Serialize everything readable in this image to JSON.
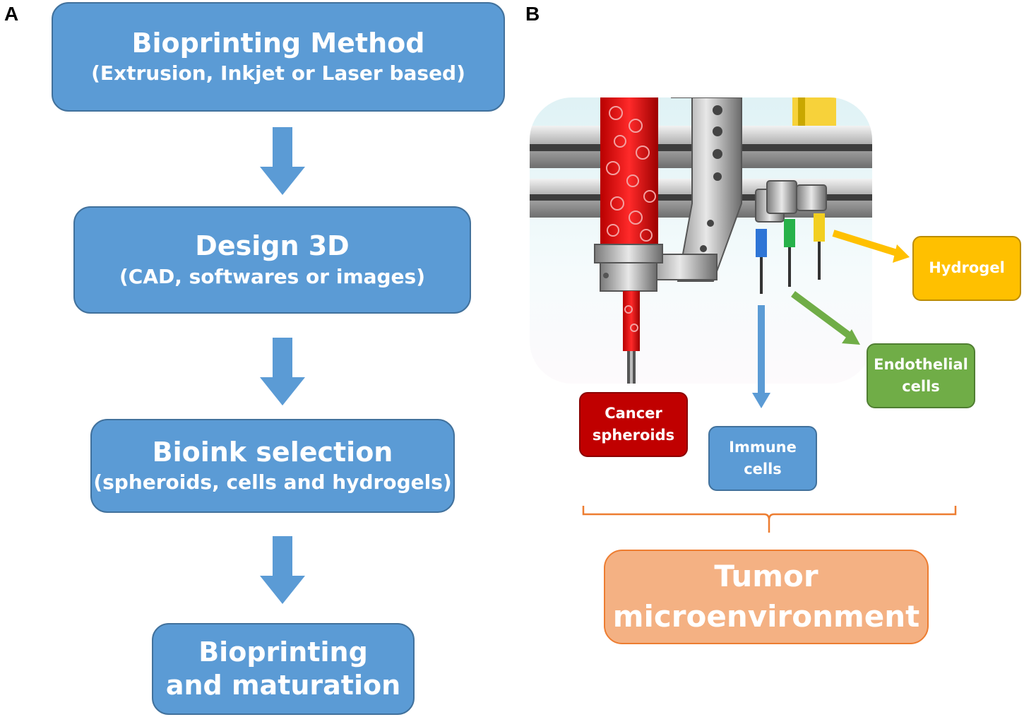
{
  "panels": {
    "a": "A",
    "b": "B"
  },
  "flow": {
    "step1": {
      "title": "Bioprinting Method",
      "subtitle": "(Extrusion, Inkjet or Laser based)"
    },
    "step2": {
      "title": "Design 3D",
      "subtitle": "(CAD, softwares or images)"
    },
    "step3": {
      "title": "Bioink selection",
      "subtitle": "(spheroids, cells and hydrogels)"
    },
    "step4": {
      "line1": "Bioprinting",
      "line2": "and maturation"
    }
  },
  "labels": {
    "cancer": {
      "line1": "Cancer",
      "line2": "spheroids"
    },
    "immune": {
      "line1": "Immune",
      "line2": "cells"
    },
    "endothelial": {
      "line1": "Endothelial",
      "line2": "cells"
    },
    "hydrogel": "Hydrogel"
  },
  "tumor": {
    "line1": "Tumor",
    "line2": "microenvironment"
  },
  "colors": {
    "flow_box": "#5b9bd5",
    "cancer": "#c00000",
    "immune": "#5b9bd5",
    "endothelial": "#70ad47",
    "hydrogel": "#ffc000",
    "tumor": "#f4b183",
    "bracket": "#ed7d31"
  }
}
